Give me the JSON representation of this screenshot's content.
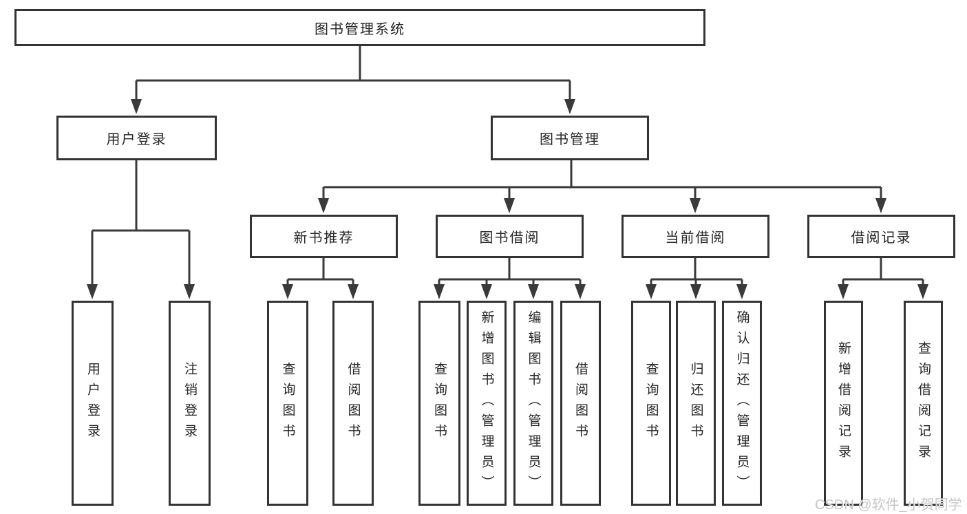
{
  "colors": {
    "line": "#3a3a3a",
    "box_border": "#333333",
    "box_fill": "#ffffff",
    "text": "#262626",
    "watermark": "#c4c4c4"
  },
  "watermark": {
    "text": "CSDN @软件_小贺同学"
  },
  "tree": {
    "root": {
      "label": "图书管理系统"
    },
    "level2": [
      {
        "label": "用户登录"
      },
      {
        "label": "图书管理"
      }
    ],
    "level3": [
      {
        "label": "新书推荐"
      },
      {
        "label": "图书借阅"
      },
      {
        "label": "当前借阅"
      },
      {
        "label": "借阅记录"
      }
    ],
    "leaves": {
      "user_login": [
        "用户登录",
        "注销登录"
      ],
      "new_book_recommend": [
        "查询图书",
        "借阅图书"
      ],
      "book_borrow": [
        "查询图书",
        "新增图书（管理员）",
        "编辑图书（管理员）",
        "借阅图书"
      ],
      "current_borrow": [
        "查询图书",
        "归还图书",
        "确认归还（管理员）"
      ],
      "borrow_records": [
        "新增借阅记录",
        "查询借阅记录"
      ]
    }
  }
}
